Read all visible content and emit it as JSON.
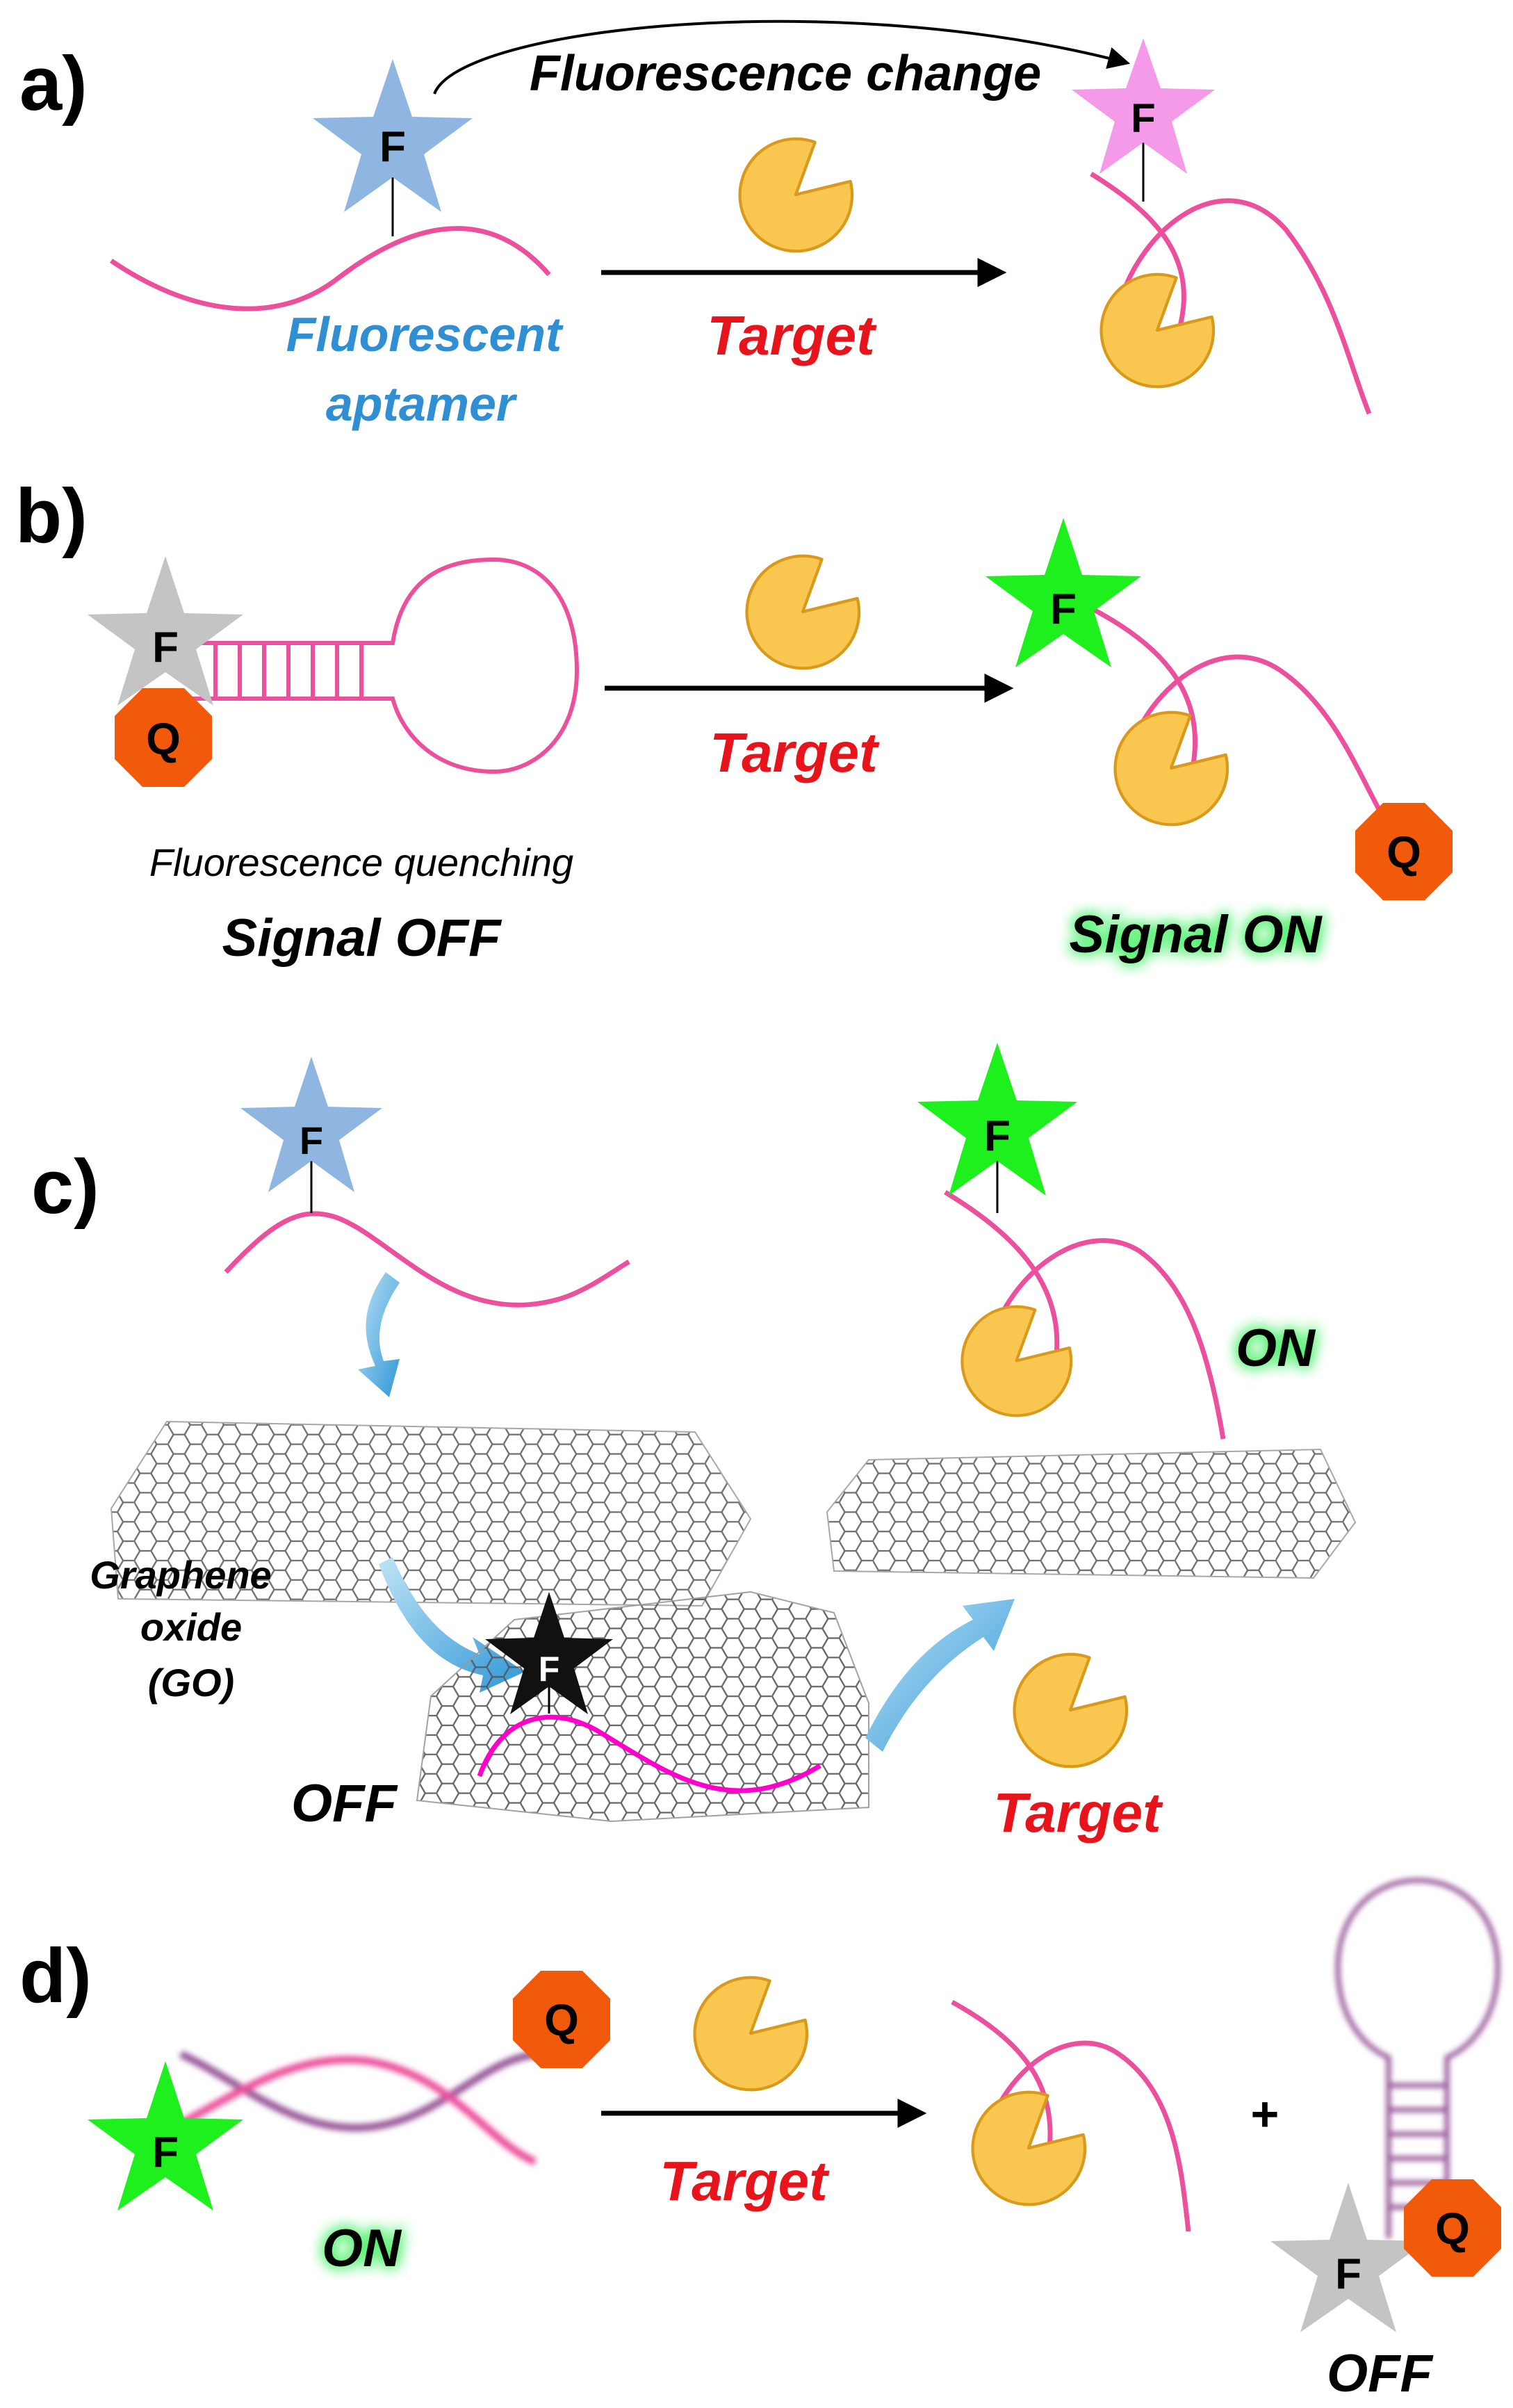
{
  "panels": {
    "a": {
      "letter": "a)",
      "fluor_letter": "F",
      "change_label": "Fluorescence  change",
      "aptamer_label_1": "Fluorescent",
      "aptamer_label_2": "aptamer",
      "target_label": "Target"
    },
    "b": {
      "letter": "b)",
      "fluor_letter": "F",
      "quencher_letter": "Q",
      "quench_label": "Fluorescence quenching",
      "off_label": "Signal OFF",
      "target_label": "Target",
      "on_label": "Signal ON"
    },
    "c": {
      "letter": "c)",
      "fluor_letter": "F",
      "go_label_1": "Graphene",
      "go_label_2": "oxide",
      "go_label_3": "(GO)",
      "off_label": "OFF",
      "on_label": "ON",
      "target_label": "Target"
    },
    "d": {
      "letter": "d)",
      "fluor_letter": "F",
      "quencher_letter": "Q",
      "on_label": "ON",
      "target_label": "Target",
      "plus": "+",
      "off_label": "OFF"
    }
  },
  "colors": {
    "strand": "#ec4f9c",
    "strand_purple": "#9a5a9a",
    "target_fill": "#f9c74f",
    "target_stroke": "#d99a1c",
    "star_blue": "#8fb6e0",
    "star_pink": "#f59ae8",
    "star_gray": "#c4c4c4",
    "star_green": "#1ef01e",
    "star_black": "#111111",
    "quencher": "#f05a0a",
    "label_blue": "#2f8fd2",
    "label_red": "#e8141c",
    "glow_green": "#33ee55",
    "arrow_blue": "#3aa2dc",
    "graphene": "#555555"
  }
}
